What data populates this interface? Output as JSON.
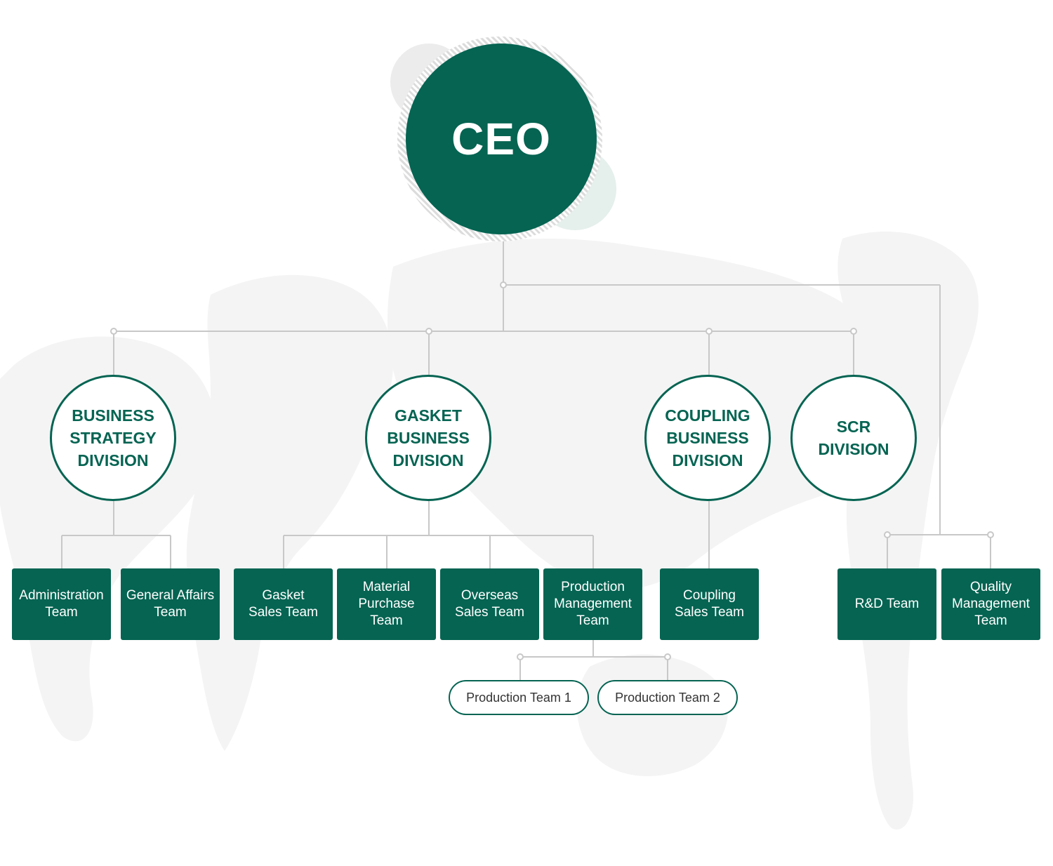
{
  "ceo": {
    "label": "CEO"
  },
  "divisions": [
    {
      "id": "business-strategy",
      "label": "BUSINESS\nSTRATEGY\nDIVISION"
    },
    {
      "id": "gasket-business",
      "label": "GASKET\nBUSINESS\nDIVISION"
    },
    {
      "id": "coupling-business",
      "label": "COUPLING\nBUSINESS\nDIVISION"
    },
    {
      "id": "scr",
      "label": "SCR\nDIVISION"
    }
  ],
  "teams": [
    {
      "id": "administration",
      "label": "Administration\nTeam"
    },
    {
      "id": "general-affairs",
      "label": "General Affairs\nTeam"
    },
    {
      "id": "gasket-sales",
      "label": "Gasket\nSales Team"
    },
    {
      "id": "material-purchase",
      "label": "Material\nPurchase\nTeam"
    },
    {
      "id": "overseas-sales",
      "label": "Overseas\nSales Team"
    },
    {
      "id": "production-management",
      "label": "Production\nManagement\nTeam"
    },
    {
      "id": "coupling-sales",
      "label": "Coupling\nSales Team"
    },
    {
      "id": "rnd",
      "label": "R&D Team"
    },
    {
      "id": "quality-management",
      "label": "Quality\nManagement\nTeam"
    }
  ],
  "sub_teams": [
    {
      "id": "production-1",
      "label": "Production Team 1"
    },
    {
      "id": "production-2",
      "label": "Production Team 2"
    }
  ],
  "colors": {
    "primary": "#056452",
    "connector": "#c8c8c8",
    "map": "#f4f4f4"
  }
}
